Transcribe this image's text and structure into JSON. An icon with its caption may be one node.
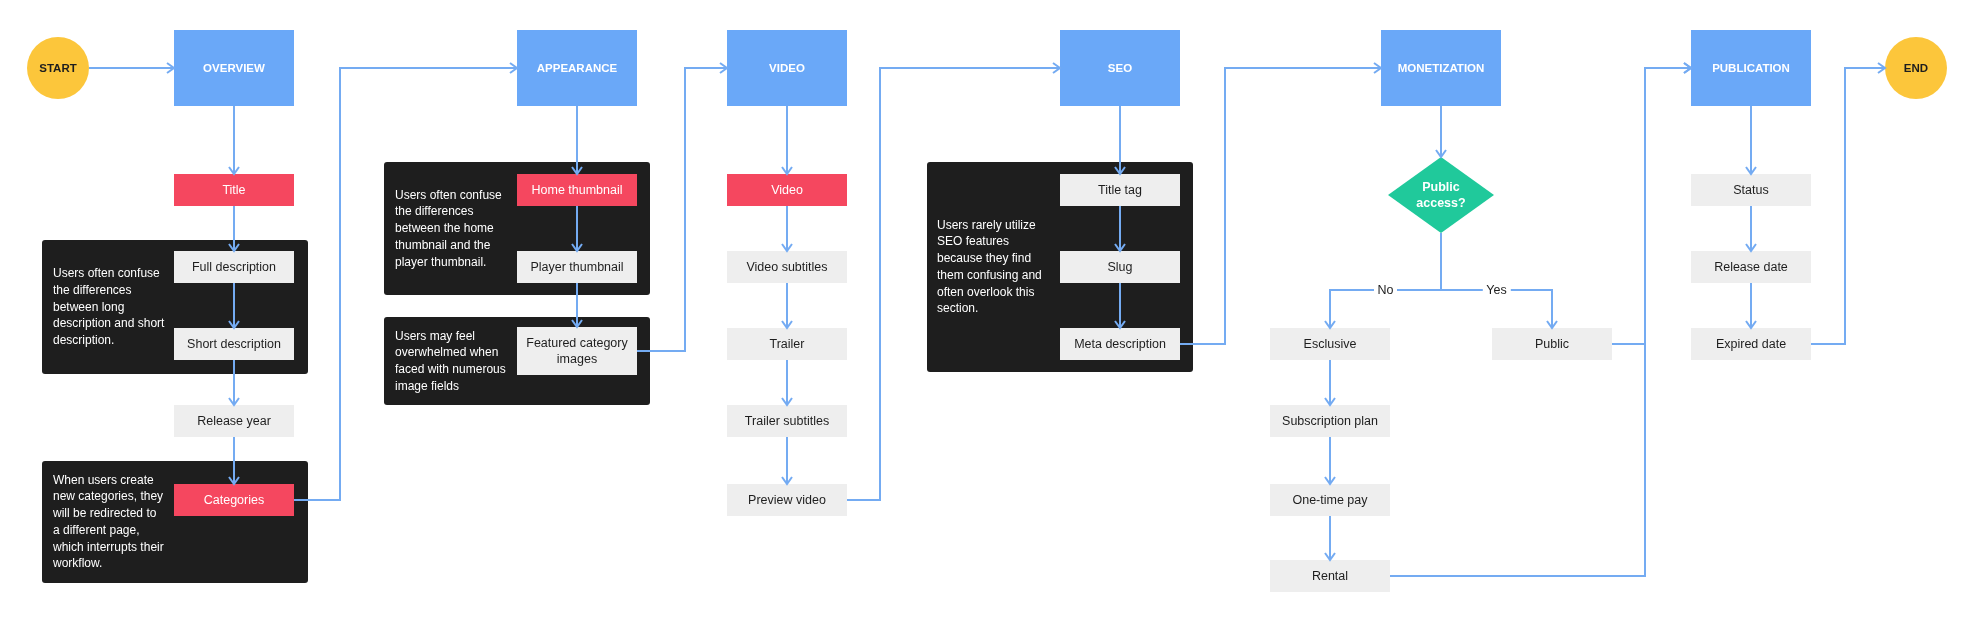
{
  "diagram": {
    "nodes": [
      {
        "text": [
          "START"
        ]
      },
      {
        "text": [
          "OVERVIEW"
        ]
      },
      {
        "text": [
          "Title"
        ]
      },
      {
        "text": [
          "Users often confuse the differences between long description and short description."
        ]
      },
      {
        "text": [
          "Full description"
        ],
        "in": 3
      },
      {
        "text": [
          "Short description"
        ],
        "in": 3
      },
      {
        "text": [
          "Release year"
        ]
      },
      {
        "text": [
          "When users create new categories, they will be redirected to a different page, which interrupts their workflow."
        ]
      },
      {
        "text": [
          "Categories"
        ],
        "in": 7
      },
      {
        "text": [
          "APPEARANCE"
        ]
      },
      {
        "text": [
          "Users often confuse the differences between the home thumbnail and the player thumbnail."
        ]
      },
      {
        "text": [
          "Home thumbnail"
        ],
        "in": 10
      },
      {
        "text": [
          "Player thumbnail"
        ],
        "in": 10
      },
      {
        "text": [
          "Users may feel overwhelmed when faced with numerous image fields"
        ]
      },
      {
        "text": [
          "Featured category images"
        ],
        "in": 13
      },
      {
        "text": [
          "VIDEO"
        ]
      },
      {
        "text": [
          "Video"
        ]
      },
      {
        "text": [
          "Video subtitles"
        ]
      },
      {
        "text": [
          "Trailer"
        ]
      },
      {
        "text": [
          "Trailer subtitles"
        ]
      },
      {
        "text": [
          "Preview video"
        ]
      },
      {
        "text": [
          "SEO"
        ]
      },
      {
        "text": [
          "Users rarely utilize SEO features because they find them confusing and often overlook this section."
        ]
      },
      {
        "text": [
          "Title tag"
        ],
        "in": 22
      },
      {
        "text": [
          "Slug"
        ],
        "in": 22
      },
      {
        "text": [
          "Meta description"
        ],
        "in": 22
      },
      {
        "text": [
          "MONETIZATION"
        ]
      },
      {
        "text": [
          "Public access?"
        ]
      },
      {
        "text": [
          "Esclusive"
        ]
      },
      {
        "text": [
          "Subscription plan"
        ]
      },
      {
        "text": [
          "One-time pay"
        ]
      },
      {
        "text": [
          "Rental"
        ]
      },
      {
        "text": [
          "Public"
        ]
      },
      {
        "text": [
          "PUBLICATION"
        ]
      },
      {
        "text": [
          "Status"
        ]
      },
      {
        "text": [
          "Release date"
        ]
      },
      {
        "text": [
          "Expired date"
        ]
      },
      {
        "text": [
          "END"
        ]
      }
    ],
    "edges": [
      {
        "from": 0,
        "to": 1,
        "arrow": "to"
      },
      {
        "from": 1,
        "to": 2,
        "arrow": "to"
      },
      {
        "from": 2,
        "to": 4,
        "arrow": "to"
      },
      {
        "from": 4,
        "to": 5,
        "arrow": "to"
      },
      {
        "from": 5,
        "to": 6,
        "arrow": "to"
      },
      {
        "from": 6,
        "to": 8,
        "arrow": "to"
      },
      {
        "from": 8,
        "to": 9,
        "arrow": "to"
      },
      {
        "from": 9,
        "to": 11,
        "arrow": "to"
      },
      {
        "from": 11,
        "to": 12,
        "arrow": "to"
      },
      {
        "from": 12,
        "to": 14,
        "arrow": "to"
      },
      {
        "from": 14,
        "to": 15,
        "arrow": "to"
      },
      {
        "from": 15,
        "to": 16,
        "arrow": "to"
      },
      {
        "from": 16,
        "to": 17,
        "arrow": "to"
      },
      {
        "from": 17,
        "to": 18,
        "arrow": "to"
      },
      {
        "from": 18,
        "to": 19,
        "arrow": "to"
      },
      {
        "from": 19,
        "to": 20,
        "arrow": "to"
      },
      {
        "from": 20,
        "to": 21,
        "arrow": "to"
      },
      {
        "from": 21,
        "to": 23,
        "arrow": "to"
      },
      {
        "from": 23,
        "to": 24,
        "arrow": "to"
      },
      {
        "from": 24,
        "to": 25,
        "arrow": "to"
      },
      {
        "from": 25,
        "to": 26,
        "arrow": "to"
      },
      {
        "from": 26,
        "to": 27,
        "arrow": "to"
      },
      {
        "from": 27,
        "to": 28,
        "label": "No",
        "arrow": "to"
      },
      {
        "from": 27,
        "to": 32,
        "label": "Yes",
        "arrow": "to"
      },
      {
        "from": 28,
        "to": 29,
        "arrow": "to"
      },
      {
        "from": 29,
        "to": 30,
        "arrow": "to"
      },
      {
        "from": 30,
        "to": 31,
        "arrow": "to"
      },
      {
        "from": 31,
        "to": 33,
        "arrow": "to"
      },
      {
        "from": 32,
        "to": 33,
        "arrow": "to"
      },
      {
        "from": 33,
        "to": 34,
        "arrow": "to"
      },
      {
        "from": 34,
        "to": 35,
        "arrow": "to"
      },
      {
        "from": 35,
        "to": 36,
        "arrow": "to"
      },
      {
        "from": 36,
        "to": 37,
        "arrow": "to"
      }
    ]
  }
}
